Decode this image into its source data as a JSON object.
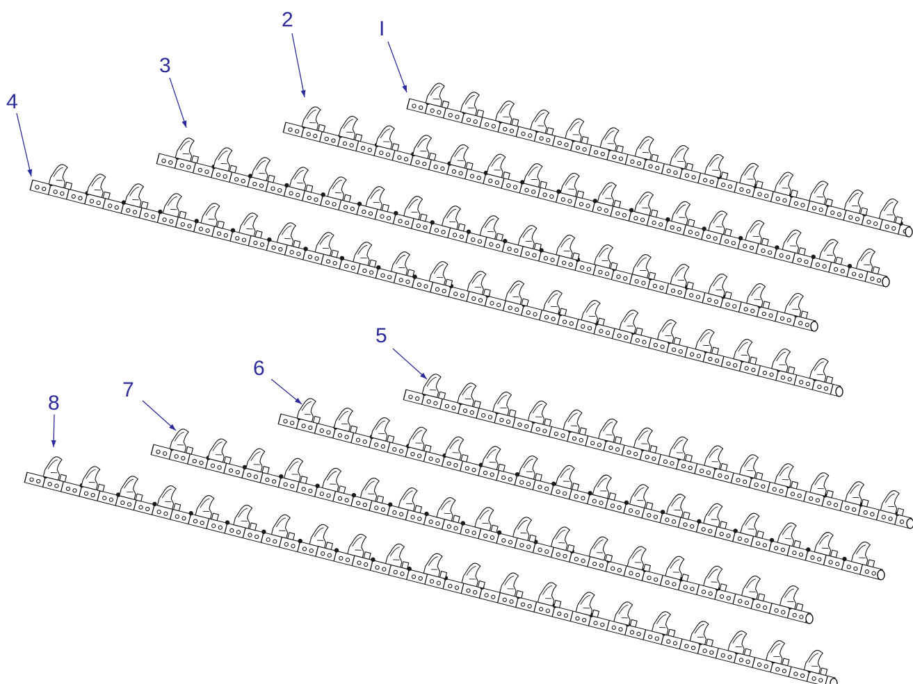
{
  "figure": {
    "callouts": [
      {
        "id": "1",
        "label": "I"
      },
      {
        "id": "2",
        "label": "2"
      },
      {
        "id": "3",
        "label": "3"
      },
      {
        "id": "4",
        "label": "4"
      },
      {
        "id": "5",
        "label": "5"
      },
      {
        "id": "6",
        "label": "6"
      },
      {
        "id": "7",
        "label": "7"
      },
      {
        "id": "8",
        "label": "8"
      }
    ],
    "chains": [
      {
        "callout": "1",
        "attachment_count": 14
      },
      {
        "callout": "2",
        "attachment_count": 16
      },
      {
        "callout": "3",
        "attachment_count": 17
      },
      {
        "callout": "4",
        "attachment_count": 21
      },
      {
        "callout": "5",
        "attachment_count": 14
      },
      {
        "callout": "6",
        "attachment_count": 16
      },
      {
        "callout": "7",
        "attachment_count": 17
      },
      {
        "callout": "8",
        "attachment_count": 21
      }
    ]
  }
}
